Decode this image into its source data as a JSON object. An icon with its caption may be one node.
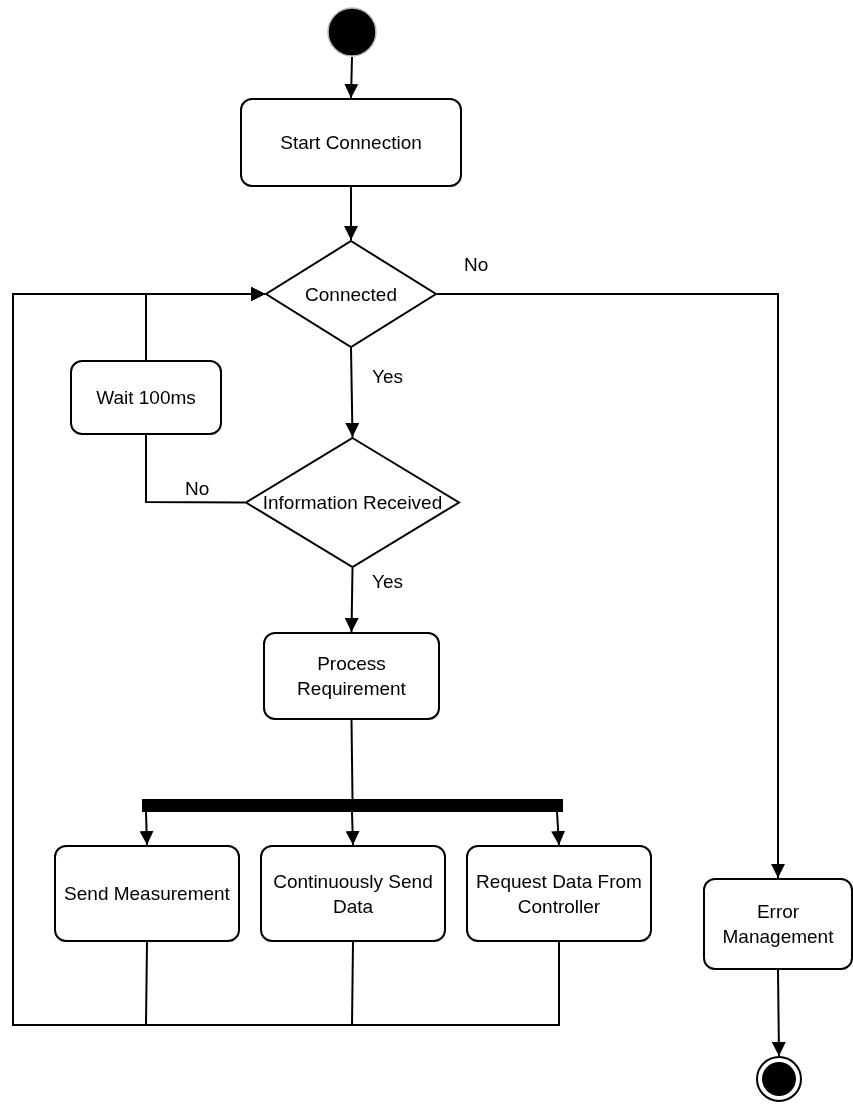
{
  "diagram": {
    "nodes": [
      {
        "text": [],
        "shape": "circle"
      },
      {
        "text": [
          "Start Connection"
        ]
      },
      {
        "text": [
          "Connected"
        ]
      },
      {
        "text": [
          "Wait 100ms"
        ]
      },
      {
        "text": [
          "Information Received"
        ]
      },
      {
        "text": [
          "Process Requirement"
        ]
      },
      {
        "text": [],
        "shape": "bar"
      },
      {
        "text": [
          "Send Measurement"
        ]
      },
      {
        "text": [
          "Continuously Send Data"
        ]
      },
      {
        "text": [
          "Request Data From Controller"
        ]
      },
      {
        "text": [
          "Error Management"
        ]
      },
      {
        "text": [],
        "shape": "circle"
      }
    ],
    "edges": [
      {
        "from": 0,
        "to": 1,
        "arrow": "to"
      },
      {
        "from": 1,
        "to": 2,
        "arrow": "to"
      },
      {
        "from": 2,
        "to": 10,
        "arrow": "to",
        "label": "No"
      },
      {
        "from": 2,
        "to": 4,
        "arrow": "to",
        "label": "Yes"
      },
      {
        "from": 4,
        "to": 3,
        "arrow": "none",
        "label": "No"
      },
      {
        "from": 3,
        "to": 2,
        "arrow": "to"
      },
      {
        "from": 4,
        "to": 5,
        "arrow": "to",
        "label": "Yes"
      },
      {
        "from": 5,
        "to": 6,
        "arrow": "none"
      },
      {
        "from": 6,
        "to": 7,
        "arrow": "to"
      },
      {
        "from": 6,
        "to": 8,
        "arrow": "to"
      },
      {
        "from": 6,
        "to": 9,
        "arrow": "to"
      },
      {
        "from": 7,
        "to": 2,
        "arrow": "to"
      },
      {
        "from": 8,
        "to": 2,
        "arrow": "to"
      },
      {
        "from": 9,
        "to": 2,
        "arrow": "to"
      },
      {
        "from": 10,
        "to": 11,
        "arrow": "to"
      }
    ]
  }
}
